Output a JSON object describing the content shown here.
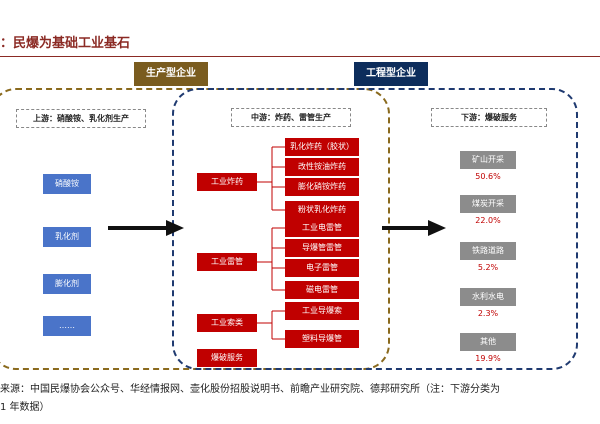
{
  "title": "：民爆为基础工业基石",
  "sections": {
    "production": "生产型企业",
    "engineering": "工程型企业"
  },
  "labels": {
    "upstream": "上游：硝酸铵、乳化剂生产",
    "midstream": "中游：炸药、雷管生产",
    "downstream": "下游：爆破服务"
  },
  "upstream_items": [
    "硝酸铵",
    "乳化剂",
    "膨化剂",
    "……"
  ],
  "midstream_categories": [
    "工业炸药",
    "工业雷管",
    "工业索类",
    "爆破服务"
  ],
  "midstream_subs": {
    "explosives": [
      "乳化炸药（胶状）",
      "改性铵油炸药",
      "膨化硝铵炸药",
      "粉状乳化炸药"
    ],
    "detonators": [
      "工业电雷管",
      "导爆管雷管",
      "电子雷管",
      "磁电雷管"
    ],
    "cords": [
      "工业导爆索",
      "塑料导爆管"
    ]
  },
  "downstream_items": [
    {
      "label": "矿山开采",
      "share": "50.6%"
    },
    {
      "label": "煤炭开采",
      "share": "22.0%"
    },
    {
      "label": "铁路道路",
      "share": "5.2%"
    },
    {
      "label": "水利水电",
      "share": "2.3%"
    },
    {
      "label": "其他",
      "share": "19.9%"
    }
  ],
  "source": {
    "line1": "来源：中国民爆协会公众号、华经情报网、壶化股份招股说明书、前瞻产业研究院、德邦研究所（注：下游分类为",
    "line2": "1 年数据）"
  },
  "colors": {
    "accent": "#8B2A24",
    "blue": "#4A74C9",
    "red": "#C00000",
    "gray": "#8C8C8C"
  }
}
